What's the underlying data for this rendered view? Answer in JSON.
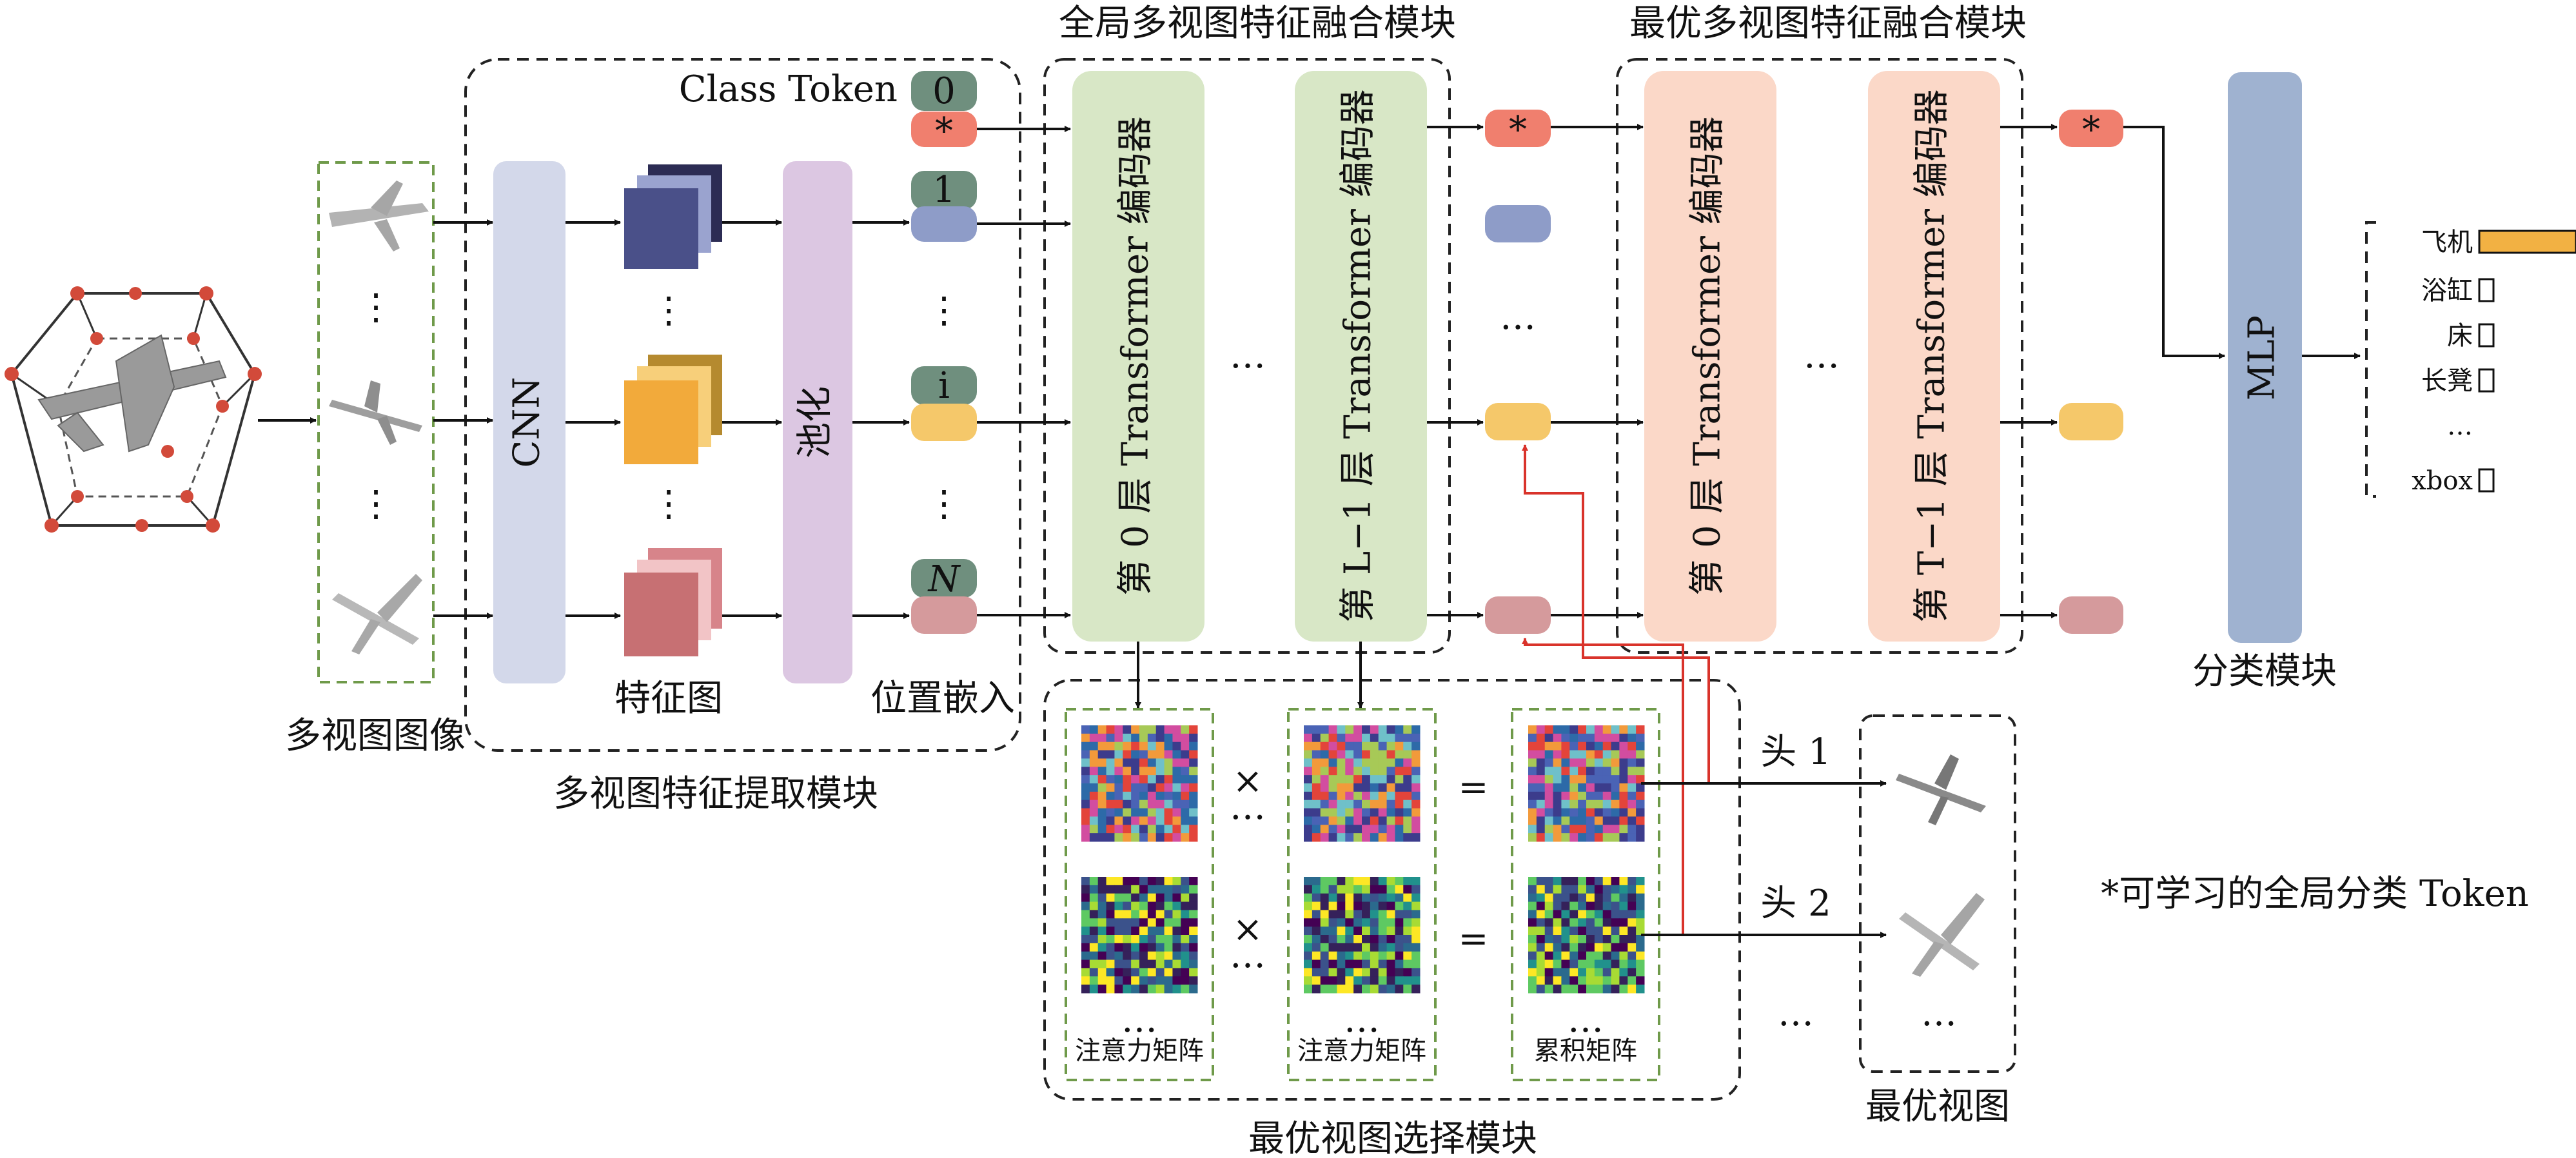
{
  "modules": {
    "extraction": "多视图特征提取模块",
    "global_fusion": "全局多视图特征融合模块",
    "optimal_fusion": "最优多视图特征融合模块",
    "selection": "最优视图选择模块",
    "classification": "分类模块"
  },
  "labels": {
    "multiview_images": "多视图图像",
    "cnn": "CNN",
    "pooling": "池化",
    "feature_map": "特征图",
    "position_embedding": "位置嵌入",
    "class_token": "Class Token",
    "mlp": "MLP",
    "optimal_view": "最优视图",
    "footnote": "*可学习的全局分类 Token",
    "ellipsis": "…",
    "vdots": "⋮",
    "times": "×",
    "equals": "="
  },
  "tokens": {
    "t0": "0",
    "star": "*",
    "t1": "1",
    "ti": "i",
    "tN": "N"
  },
  "encoders": {
    "global_first": "第 0 层 Transformer 编码器",
    "global_last": "第 L−1 层 Transformer 编码器",
    "optimal_first": "第 0 层 Transformer 编码器",
    "optimal_last": "第 T−1 层 Transformer 编码器"
  },
  "matrices": {
    "attention": "注意力矩阵",
    "cumulative": "累积矩阵"
  },
  "heads": {
    "h1": "头 1",
    "h2": "头 2"
  },
  "classes": [
    "飞机",
    "浴缸",
    "床",
    "长凳",
    "…",
    "xbox"
  ],
  "class_scores": [
    1.0,
    0.05,
    0.08,
    0.03,
    0,
    0.12
  ],
  "colors": {
    "cnn": "#d3d8ea",
    "pool": "#dcc7e2",
    "global_encoder": "#d8e7c6",
    "optimal_encoder": "#fbd8c8",
    "mlp": "#9fb2d0",
    "token_gray": "#6f8f7e",
    "token_star": "#f07f6e",
    "token_blue": "#8e9cc8",
    "token_yellow": "#f5c86a",
    "token_pink": "#d59a9c",
    "bar": "#f2b143"
  }
}
